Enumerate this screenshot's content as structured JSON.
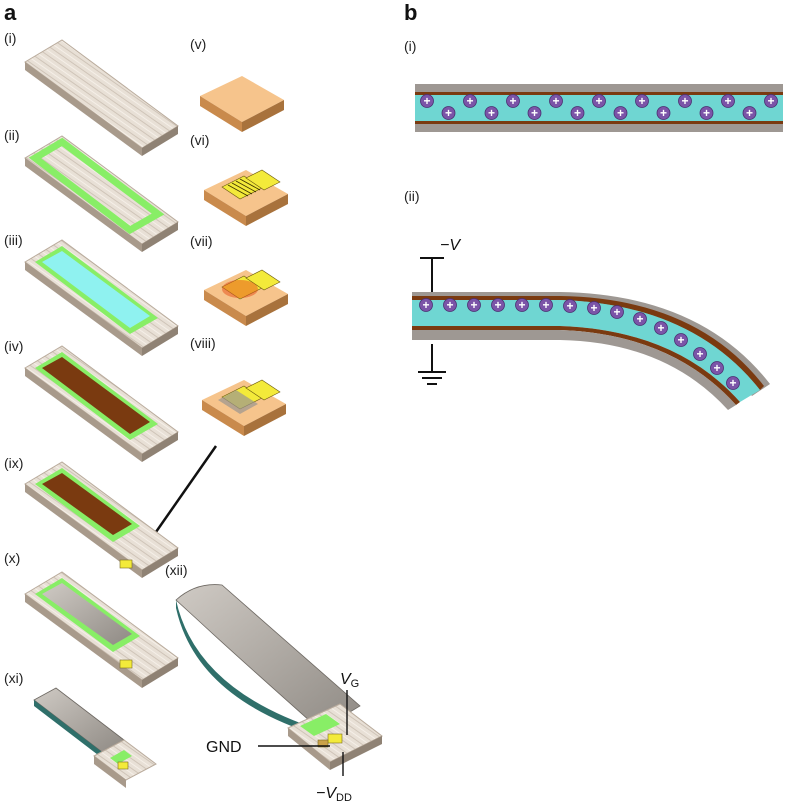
{
  "panel_a": {
    "letter": "a",
    "steps": [
      "(i)",
      "(ii)",
      "(iii)",
      "(iv)",
      "(v)",
      "(vi)",
      "(vii)",
      "(viii)",
      "(ix)",
      "(x)",
      "(xi)",
      "(xii)"
    ],
    "labels": {
      "vg_main": "V",
      "vg_sub": "G",
      "gnd": "GND",
      "vdd_main": "−V",
      "vdd_sub": "DD"
    }
  },
  "panel_b": {
    "letter": "b",
    "steps": [
      "(i)",
      "(ii)"
    ],
    "voltage_label": "−V",
    "ion_symbol": "+"
  },
  "colors": {
    "fabric": "#e6ddd2",
    "fabric_edge": "#b9ab9c",
    "green": "#88ee66",
    "cyan": "#8ff2f0",
    "brown": "#7a3a10",
    "chip": "#f6c48c",
    "chip_side": "#b97a3e",
    "gold": "#f3ea3a",
    "gray": "#a9a39c",
    "ion": "#7b54a8",
    "electrolyte": "#6fd6d2"
  }
}
